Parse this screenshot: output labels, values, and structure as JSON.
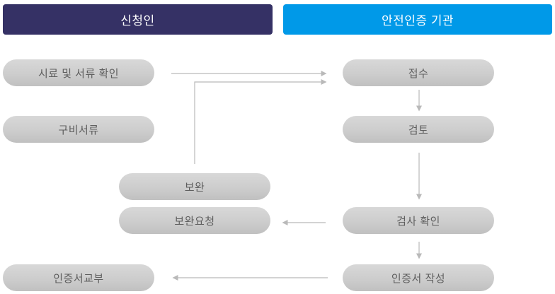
{
  "headers": {
    "applicant": "신청인",
    "agency": "안전인증 기관"
  },
  "nodes": {
    "sample_doc_check": "시료 및 서류 확인",
    "required_docs": "구비서류",
    "supplement": "보완",
    "supplement_request": "보완요청",
    "certificate_issue": "인증서교부",
    "receive": "접수",
    "review": "검토",
    "inspection_check": "검사 확인",
    "certificate_write": "인증서 작성"
  },
  "flows": [
    {
      "from": "sample_doc_check",
      "to": "receive"
    },
    {
      "from": "supplement",
      "to": "receive"
    },
    {
      "from": "receive",
      "to": "review"
    },
    {
      "from": "review",
      "to": "inspection_check"
    },
    {
      "from": "inspection_check",
      "to": "supplement_request"
    },
    {
      "from": "inspection_check",
      "to": "certificate_write"
    },
    {
      "from": "certificate_write",
      "to": "certificate_issue"
    }
  ],
  "colors": {
    "applicant_header_bg": "#353165",
    "agency_header_bg": "#0099e8",
    "header_text": "#ffffff",
    "node_fill_top": "#d8d8d8",
    "node_fill_bottom": "#c0c0c0",
    "node_text": "#5e5e5e",
    "arrow": "#b9b9b9",
    "background": "#ffffff"
  }
}
